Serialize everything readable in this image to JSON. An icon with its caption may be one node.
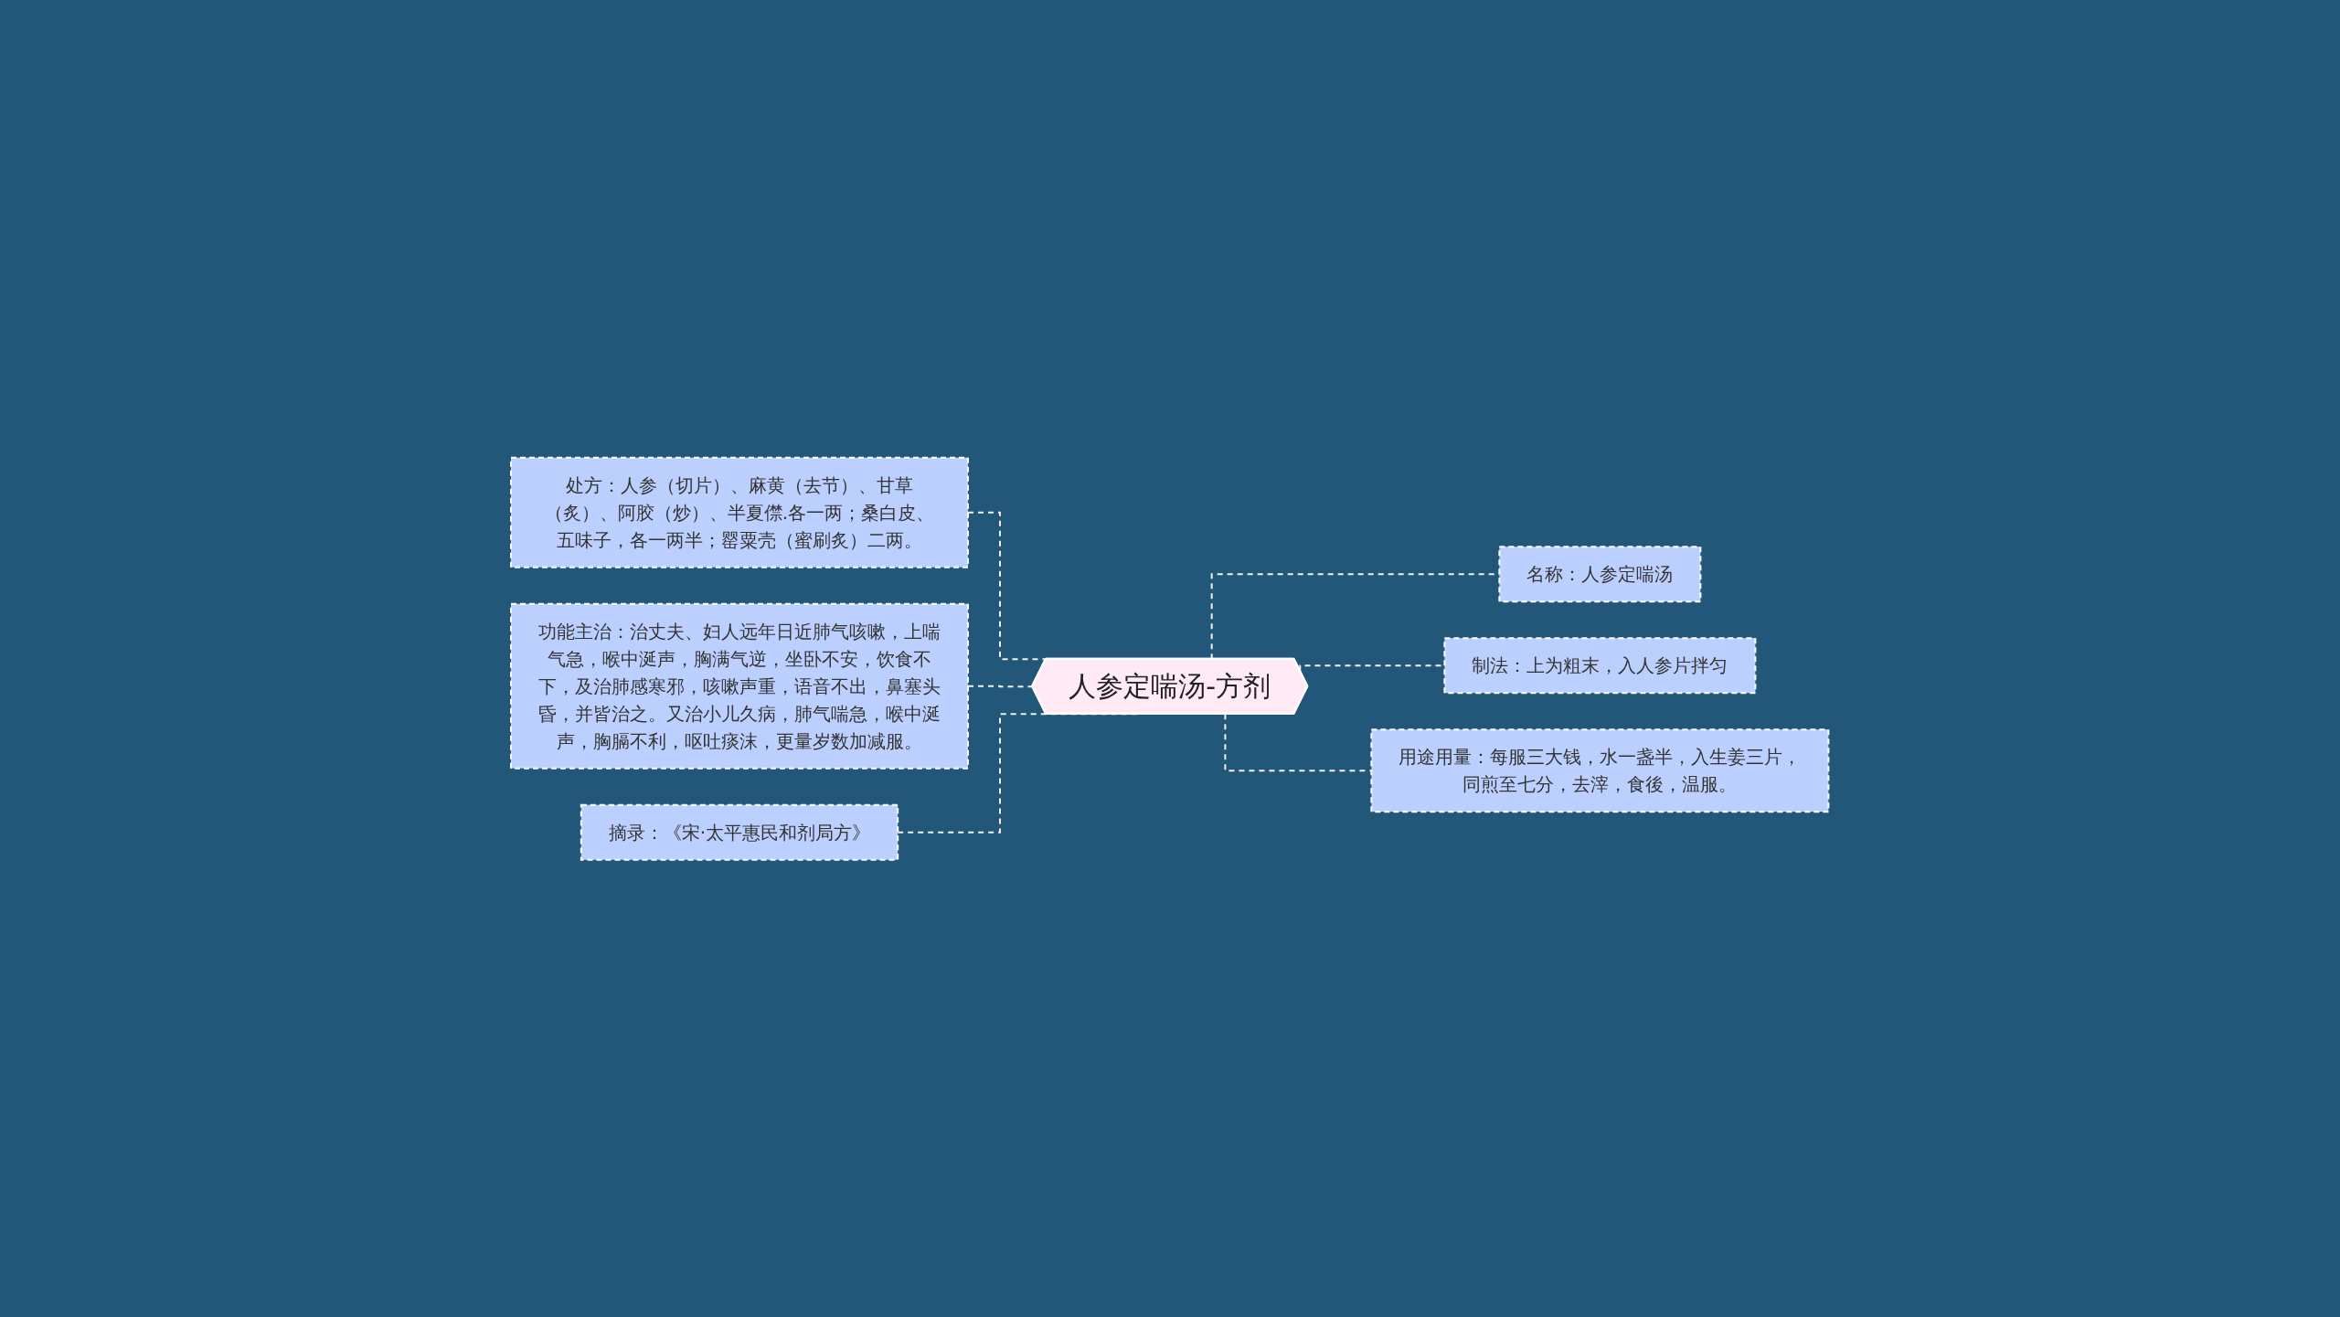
{
  "diagram": {
    "nodes": [
      {
        "text": [
          "人参定喘汤-方剂"
        ]
      },
      {
        "text": [
          "处方：人参（切片）、麻黄（去节）、甘草（炙）、阿胶（炒）、半夏僸.各一两；桑白皮、五味子，各一两半；罂粟壳（蜜刷炙）二两。"
        ]
      },
      {
        "text": [
          "功能主治：治丈夫、妇人远年日近肺气咳嗽，上喘气急，喉中涎声，胸满气逆，坐卧不安，饮食不下，及治肺感寒邪，咳嗽声重，语音不出，鼻塞头昏，并皆治之。又治小儿久病，肺气喘急，喉中涎声，胸膈不利，呕吐痰沫，更量岁数加减服。"
        ]
      },
      {
        "text": [
          "摘录：《宋·太平惠民和剂局方》"
        ]
      },
      {
        "text": [
          "名称：人参定喘汤"
        ]
      },
      {
        "text": [
          "制法：上为粗末，入人参片拌匀"
        ]
      },
      {
        "text": [
          "用途用量：每服三大钱，水一盏半，入生姜三片，同煎至七分，去滓，食後，温服。"
        ]
      }
    ],
    "edges": [
      {
        "from": 1,
        "to": 0,
        "arrow": "none",
        "style": "dashed"
      },
      {
        "from": 2,
        "to": 0,
        "arrow": "none",
        "style": "dashed"
      },
      {
        "from": 3,
        "to": 0,
        "arrow": "none",
        "style": "dashed"
      },
      {
        "from": 0,
        "to": 4,
        "arrow": "none",
        "style": "dashed"
      },
      {
        "from": 0,
        "to": 5,
        "arrow": "none",
        "style": "dashed"
      },
      {
        "from": 0,
        "to": 6,
        "arrow": "none",
        "style": "dashed"
      }
    ]
  }
}
